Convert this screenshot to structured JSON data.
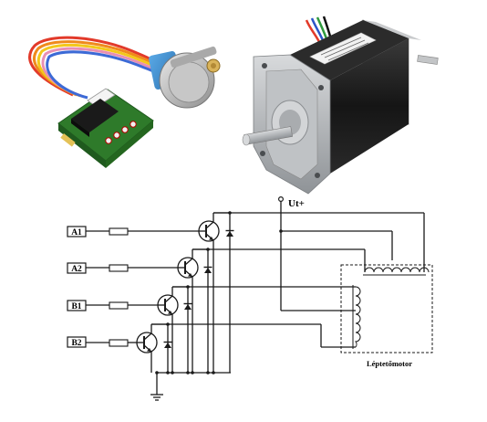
{
  "diagram": {
    "inputs": [
      "A1",
      "A2",
      "B1",
      "B2"
    ],
    "supply_label": "Ut+",
    "motor_label": "Léptetőmotor"
  },
  "photos": {
    "left": "driver-board-with-small-stepper-motor",
    "right": "nema-stepper-motor"
  },
  "colors": {
    "wire": "#1a1a1a",
    "pcb": "#2e7a2a",
    "motor_body": "#1c1c1c",
    "motor_metal": "#b9bcbf",
    "small_motor_blue": "#3b8fd0"
  }
}
